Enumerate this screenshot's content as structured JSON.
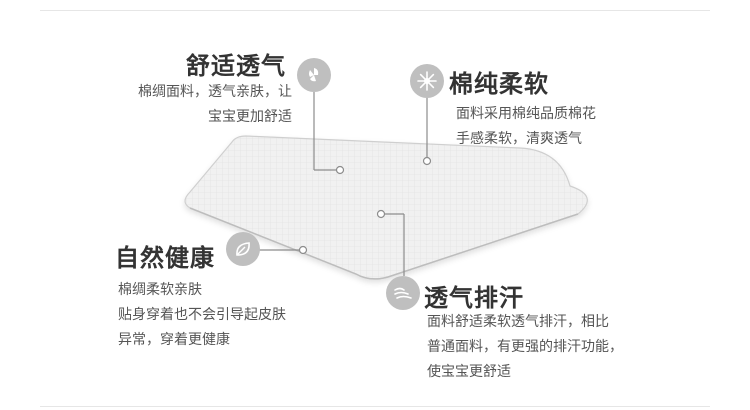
{
  "features": [
    {
      "title": "舒适透气",
      "desc_lines": [
        "棉绸面料，透气亲肤，让",
        "宝宝更加舒适"
      ],
      "icon": "fan-leaf-icon"
    },
    {
      "title": "棉纯柔软",
      "desc_lines": [
        "面料采用棉纯品质棉花",
        "手感柔软，清爽透气"
      ],
      "icon": "sparkle-icon"
    },
    {
      "title": "自然健康",
      "desc_lines": [
        "棉绸柔软亲肤",
        "贴身穿着也不会引导起皮肤",
        "异常，穿着更健康"
      ],
      "icon": "leaf-icon"
    },
    {
      "title": "透气排汗",
      "desc_lines": [
        "面料舒适柔软透气排汗，相比",
        "普通面料，有更强的排汗功能，",
        "使宝宝更舒适"
      ],
      "icon": "breathe-icon"
    }
  ],
  "colors": {
    "icon_bg": "#bfbfbf",
    "connector": "#8c8c8c",
    "mat_fill": "#efefef",
    "mat_grid": "#d9d9d9"
  }
}
